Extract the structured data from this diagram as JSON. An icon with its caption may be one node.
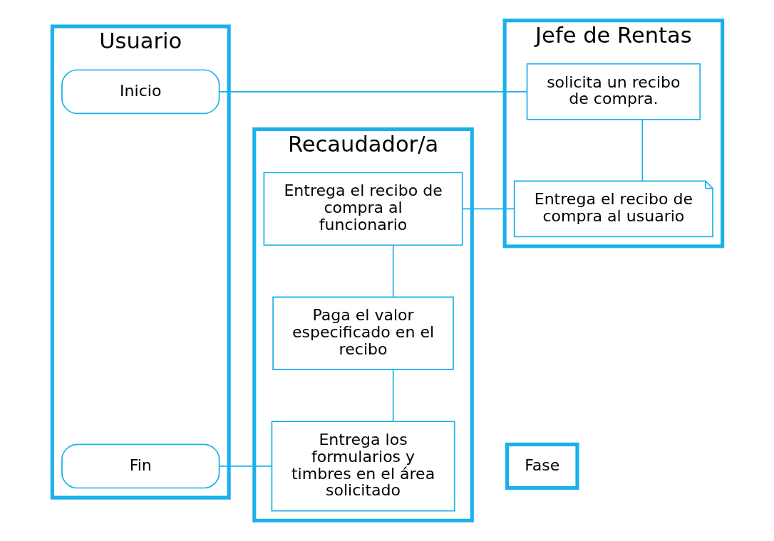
{
  "diagram": {
    "nodes": [
      {
        "text": [
          "Usuario"
        ]
      },
      {
        "text": [
          "Recaudador/a"
        ]
      },
      {
        "text": [
          "Jefe de Rentas"
        ]
      },
      {
        "text": [
          "Inicio"
        ],
        "in": 0
      },
      {
        "text": [
          "solicita un recibo de compra."
        ],
        "in": 2
      },
      {
        "text": [
          "Entrega el recibo de compra al usuario"
        ],
        "in": 2
      },
      {
        "text": [
          "Entrega el recibo de compra al funcionario"
        ],
        "in": 1
      },
      {
        "text": [
          "Paga el valor especificado en el recibo"
        ],
        "in": 1
      },
      {
        "text": [
          "Entrega los formularios y timbres en el área solicitado"
        ],
        "in": 1
      },
      {
        "text": [
          "Fin"
        ],
        "in": 0
      },
      {
        "text": [
          "Fase"
        ]
      }
    ],
    "edges": [
      {
        "from": 3,
        "to": 4,
        "arrow": "none"
      },
      {
        "from": 4,
        "to": 5,
        "arrow": "none"
      },
      {
        "from": 5,
        "to": 6,
        "arrow": "none"
      },
      {
        "from": 6,
        "to": 7,
        "arrow": "none"
      },
      {
        "from": 7,
        "to": 8,
        "arrow": "none"
      },
      {
        "from": 8,
        "to": 9,
        "arrow": "none"
      }
    ]
  }
}
